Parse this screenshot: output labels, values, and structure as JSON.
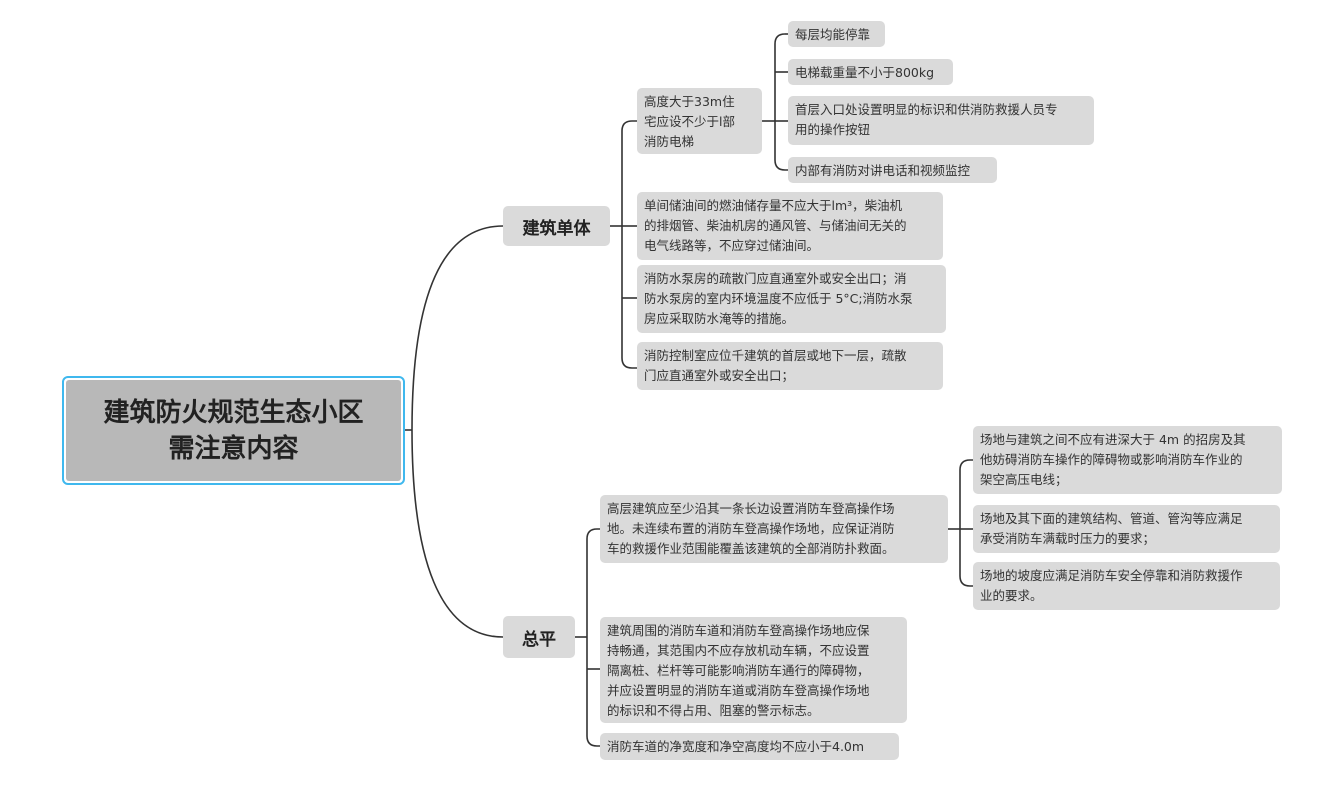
{
  "root": {
    "title": "建筑防火规范生态小区\n需注意内容"
  },
  "branches": [
    {
      "label": "建筑单体",
      "items": [
        {
          "text": "高度大于33m住\n宅应设不少于l部\n消防电梯",
          "children": [
            "每层均能停靠",
            "电梯载重量不小于800kg",
            "首层入口处设置明显的标识和供消防救援人员专\n用的操作按钮",
            "内部有消防对讲电话和视频监控"
          ]
        },
        {
          "text": "单间储油间的燃油储存量不应大于lm³，柴油机\n的排烟管、柴油机房的通风管、与储油间无关的\n电气线路等，不应穿过储油间。"
        },
        {
          "text": "消防水泵房的疏散门应直通室外或安全出口；消\n防水泵房的室内环境温度不应低于 5°C;消防水泵\n房应采取防水淹等的措施。"
        },
        {
          "text": "消防控制室应位千建筑的首层或地下一层，疏散\n门应直通室外或安全出口；"
        }
      ]
    },
    {
      "label": "总平",
      "items": [
        {
          "text": "高层建筑应至少沿其一条长边设置消防车登高操作场\n地。未连续布置的消防车登高操作场地，应保证消防\n车的救援作业范围能覆盖该建筑的全部消防扑救面。",
          "children": [
            "场地与建筑之间不应有进深大于 4m 的招房及其\n他妨碍消防车操作的障碍物或影响消防车作业的\n架空高压电线；",
            "场地及其下面的建筑结构、管道、管沟等应满足\n承受消防车满载时压力的要求；",
            "场地的坡度应满足消防车安全停靠和消防救援作\n业的要求。"
          ]
        },
        {
          "text": "建筑周围的消防车道和消防车登高操作场地应保\n持畅通，其范围内不应存放机动车辆，不应设置\n隔离桩、栏杆等可能影响消防车通行的障碍物，\n并应设置明显的消防车道或消防车登高操作场地\n的标识和不得占用、阻塞的警示标志。"
        },
        {
          "text": "消防车道的净宽度和净空高度均不应小于4.0m"
        }
      ]
    }
  ]
}
